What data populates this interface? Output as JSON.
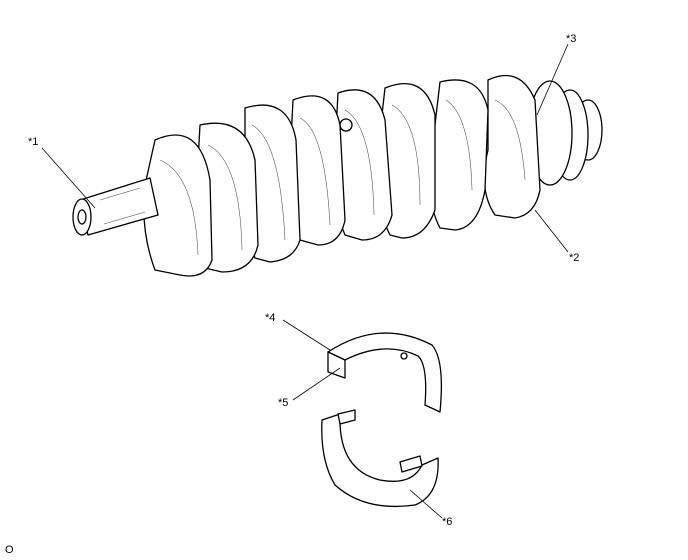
{
  "callouts": {
    "c1": "*1",
    "c2": "*2",
    "c3": "*3",
    "c4": "*4",
    "c5": "*5",
    "c6": "*6"
  },
  "figure_code": "O"
}
